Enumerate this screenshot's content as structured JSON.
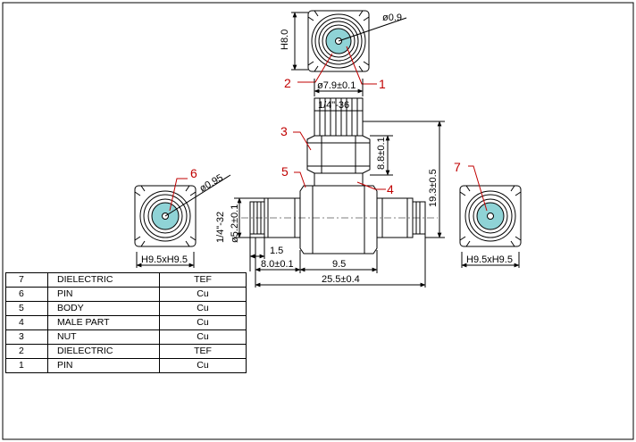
{
  "drawing": {
    "dimensions": {
      "pin_dia_top": "ø0.9",
      "height_top": "H8.0",
      "body_dia": "ø7.9±0.1",
      "thread_top": "1/4\"-36",
      "nut_height": "8.8±0.1",
      "total_height": "19.3±0.5",
      "side_pin_dia": "ø0.95",
      "thread_side": "1/4\"-32",
      "side_dia": "ø5.2±0.1",
      "dim_1_5": "1.5",
      "dim_8_0": "8.0±0.1",
      "dim_9_5": "9.5",
      "total_length": "25.5±0.4",
      "face_left": "H9.5xH9.5",
      "face_right": "H9.5xH9.5"
    },
    "callouts": [
      "1",
      "2",
      "3",
      "4",
      "5",
      "6",
      "7"
    ],
    "colors": {
      "dielectric": "#8fd3d6",
      "callout": "#c00000"
    }
  },
  "parts": [
    {
      "no": "7",
      "name": "DIELECTRIC",
      "material": "TEF"
    },
    {
      "no": "6",
      "name": "PIN",
      "material": "Cu"
    },
    {
      "no": "5",
      "name": "BODY",
      "material": "Cu"
    },
    {
      "no": "4",
      "name": "MALE  PART",
      "material": "Cu"
    },
    {
      "no": "3",
      "name": "NUT",
      "material": "Cu"
    },
    {
      "no": "2",
      "name": "DIELECTRIC",
      "material": "TEF"
    },
    {
      "no": "1",
      "name": "PIN",
      "material": "Cu"
    }
  ]
}
